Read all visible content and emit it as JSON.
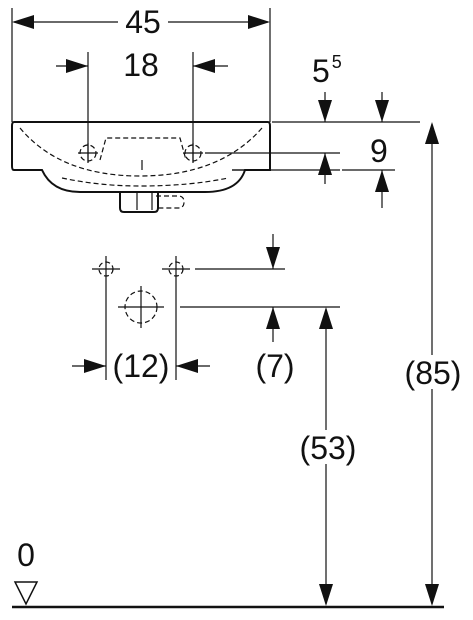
{
  "dimensions": {
    "overall_width": "45",
    "tap_hole_spacing": "18",
    "rim_offset_main": "5",
    "rim_offset_sup": "5",
    "rim_height": "9",
    "waste_spacing": "(12)",
    "waste_offset": "(7)",
    "waste_height": "(53)",
    "total_height": "(85)",
    "floor_level": "0"
  }
}
